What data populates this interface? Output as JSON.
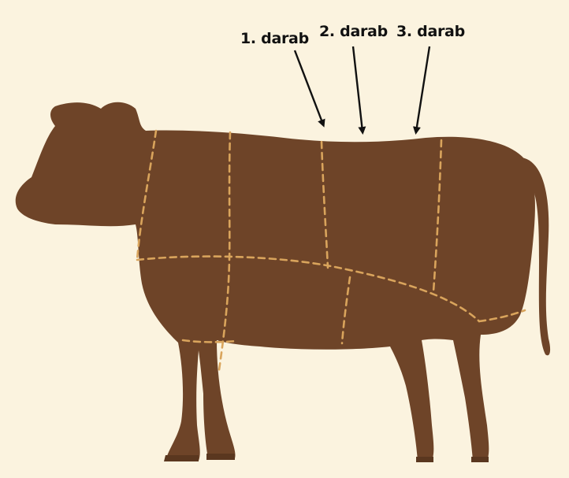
{
  "colors": {
    "background": "#fbf3df",
    "body": "#6e4428",
    "cut_lines": "#d9a45c",
    "text": "#111111"
  },
  "labels": [
    {
      "text": "1. darab"
    },
    {
      "text": "2. darab"
    },
    {
      "text": "3. darab"
    }
  ]
}
